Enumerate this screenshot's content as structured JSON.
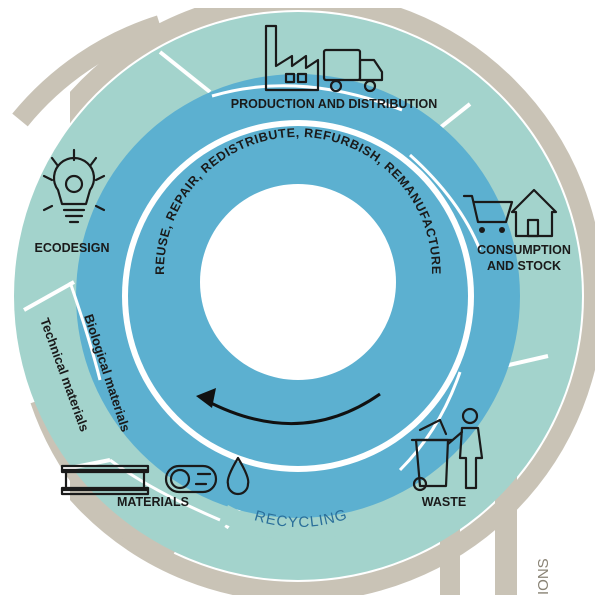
{
  "diagram": {
    "inner_arc_text": "REUSE, REPAIR, REDISTRIBUTE, REFURBISH, REMANUFACTURE",
    "stages": {
      "production": "PRODUCTION AND DISTRIBUTION",
      "consumption_line1": "CONSUMPTION",
      "consumption_line2": "AND STOCK",
      "waste": "WASTE",
      "materials": "MATERIALS",
      "ecodesign": "ECODESIGN"
    },
    "recycling": "RECYCLING",
    "material_types": {
      "biological": "Biological materials",
      "technical": "Technical materials"
    },
    "corner_partial_text": "IONS"
  },
  "colors": {
    "outer_ring": "#a3d3cc",
    "middle_ring": "#5cb0d0",
    "inner_ring": "#5cb0d0",
    "band": "#c9c3b6",
    "ink": "#1a1a1a"
  },
  "icons": [
    "factory-icon",
    "truck-icon",
    "shopping-cart-icon",
    "house-icon",
    "trash-bin-icon",
    "person-icon",
    "lightbulb-icon",
    "steel-beam-icon",
    "log-icon",
    "droplet-icon",
    "arrow-icon"
  ]
}
